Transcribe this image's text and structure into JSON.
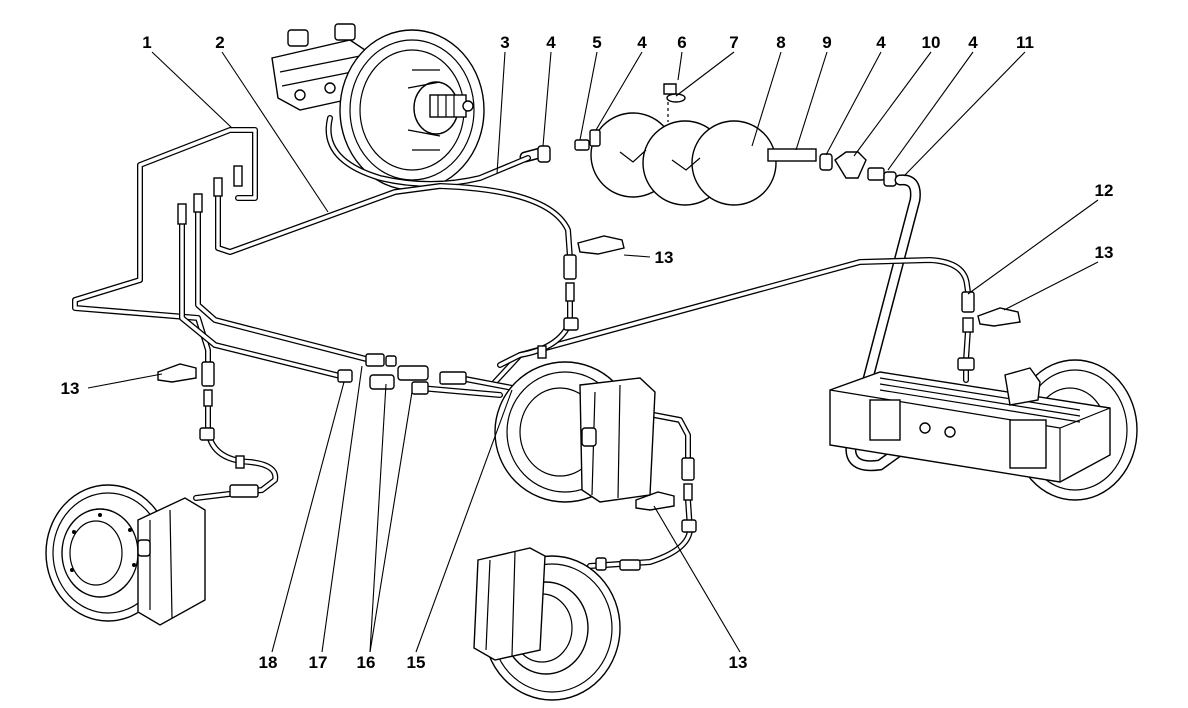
{
  "callouts": {
    "c1": "1",
    "c2": "2",
    "c3": "3",
    "c4a": "4",
    "c5": "5",
    "c4b": "4",
    "c6": "6",
    "c7": "7",
    "c8": "8",
    "c9": "9",
    "c4c": "4",
    "c10": "10",
    "c4d": "4",
    "c11": "11",
    "c12": "12",
    "c13a": "13",
    "c13b": "13",
    "c13c": "13",
    "c13d": "13",
    "c15": "15",
    "c16": "16",
    "c17": "17",
    "c18": "18"
  },
  "colors": {
    "ink": "#000000",
    "paper": "#ffffff"
  },
  "icons": [
    "master-cylinder-icon",
    "brake-booster-icon",
    "vacuum-reservoir-icon",
    "brake-disc-icon",
    "brake-caliper-icon",
    "rear-axle-housing-icon",
    "bracket-clip-icon"
  ]
}
